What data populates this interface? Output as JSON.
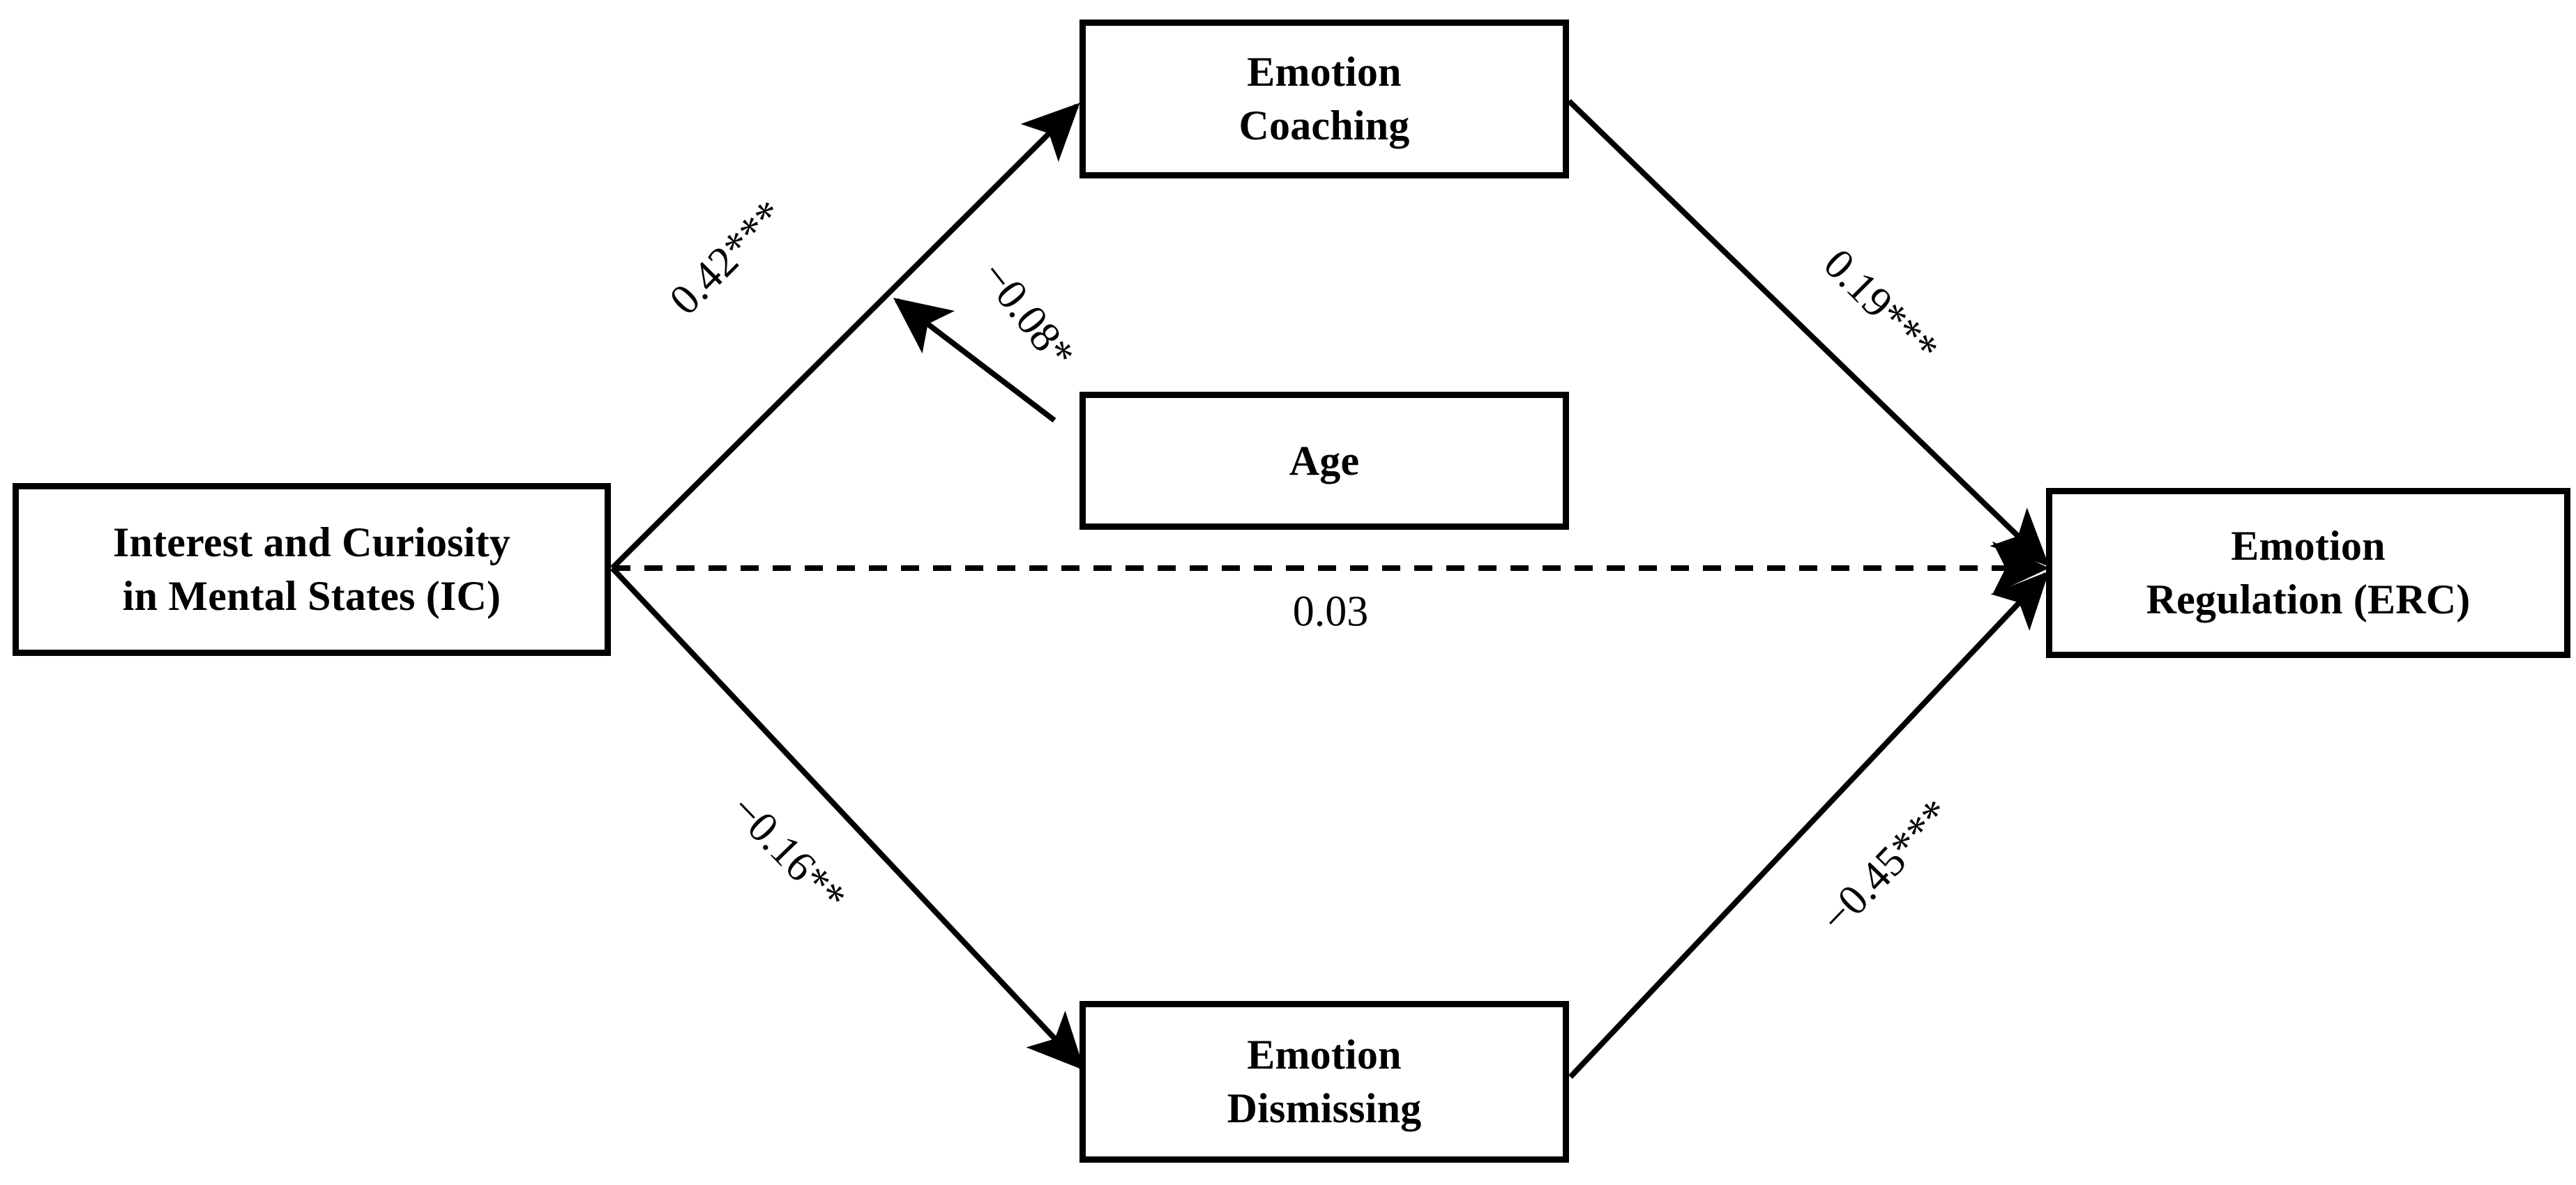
{
  "figure": {
    "type": "path-diagram",
    "background_color": "#ffffff",
    "line_color": "#000000",
    "box_border_color": "#000000"
  },
  "nodes": {
    "predictor": {
      "label": "Interest and Curiosity\nin Mental States (IC)"
    },
    "mediator_top": {
      "label": "Emotion\nCoaching"
    },
    "covariate": {
      "label": "Age"
    },
    "mediator_bottom": {
      "label": "Emotion\nDismissing"
    },
    "outcome": {
      "label": "Emotion\nRegulation (ERC)"
    }
  },
  "paths": {
    "ic_to_coaching": {
      "label": "0.42***",
      "value": 0.42,
      "significance": "***",
      "style": "solid"
    },
    "coaching_to_erc": {
      "label": "0.19***",
      "value": 0.19,
      "significance": "***",
      "style": "solid"
    },
    "age_to_coaching": {
      "label": "−0.08*",
      "value": -0.08,
      "significance": "*",
      "style": "solid"
    },
    "ic_to_erc_direct": {
      "label": "0.03",
      "value": 0.03,
      "significance": "",
      "style": "dashed"
    },
    "ic_to_dismissing": {
      "label": "−0.16**",
      "value": -0.16,
      "significance": "**",
      "style": "solid"
    },
    "dismissing_to_erc": {
      "label": "−0.45***",
      "value": -0.45,
      "significance": "***",
      "style": "solid"
    }
  },
  "chart_data": {
    "type": "diagram",
    "title": "",
    "nodes": [
      "Interest and Curiosity in Mental States (IC)",
      "Emotion Coaching",
      "Age",
      "Emotion Dismissing",
      "Emotion Regulation (ERC)"
    ],
    "edges": [
      {
        "from": "Interest and Curiosity in Mental States (IC)",
        "to": "Emotion Coaching",
        "label": "0.42***",
        "value": 0.42,
        "style": "solid"
      },
      {
        "from": "Emotion Coaching",
        "to": "Emotion Regulation (ERC)",
        "label": "0.19***",
        "value": 0.19,
        "style": "solid"
      },
      {
        "from": "Age",
        "to": "Emotion Coaching",
        "label": "−0.08*",
        "value": -0.08,
        "style": "solid"
      },
      {
        "from": "Interest and Curiosity in Mental States (IC)",
        "to": "Emotion Regulation (ERC)",
        "label": "0.03",
        "value": 0.03,
        "style": "dashed"
      },
      {
        "from": "Interest and Curiosity in Mental States (IC)",
        "to": "Emotion Dismissing",
        "label": "−0.16**",
        "value": -0.16,
        "style": "solid"
      },
      {
        "from": "Emotion Dismissing",
        "to": "Emotion Regulation (ERC)",
        "label": "−0.45***",
        "value": -0.45,
        "style": "solid"
      }
    ]
  }
}
